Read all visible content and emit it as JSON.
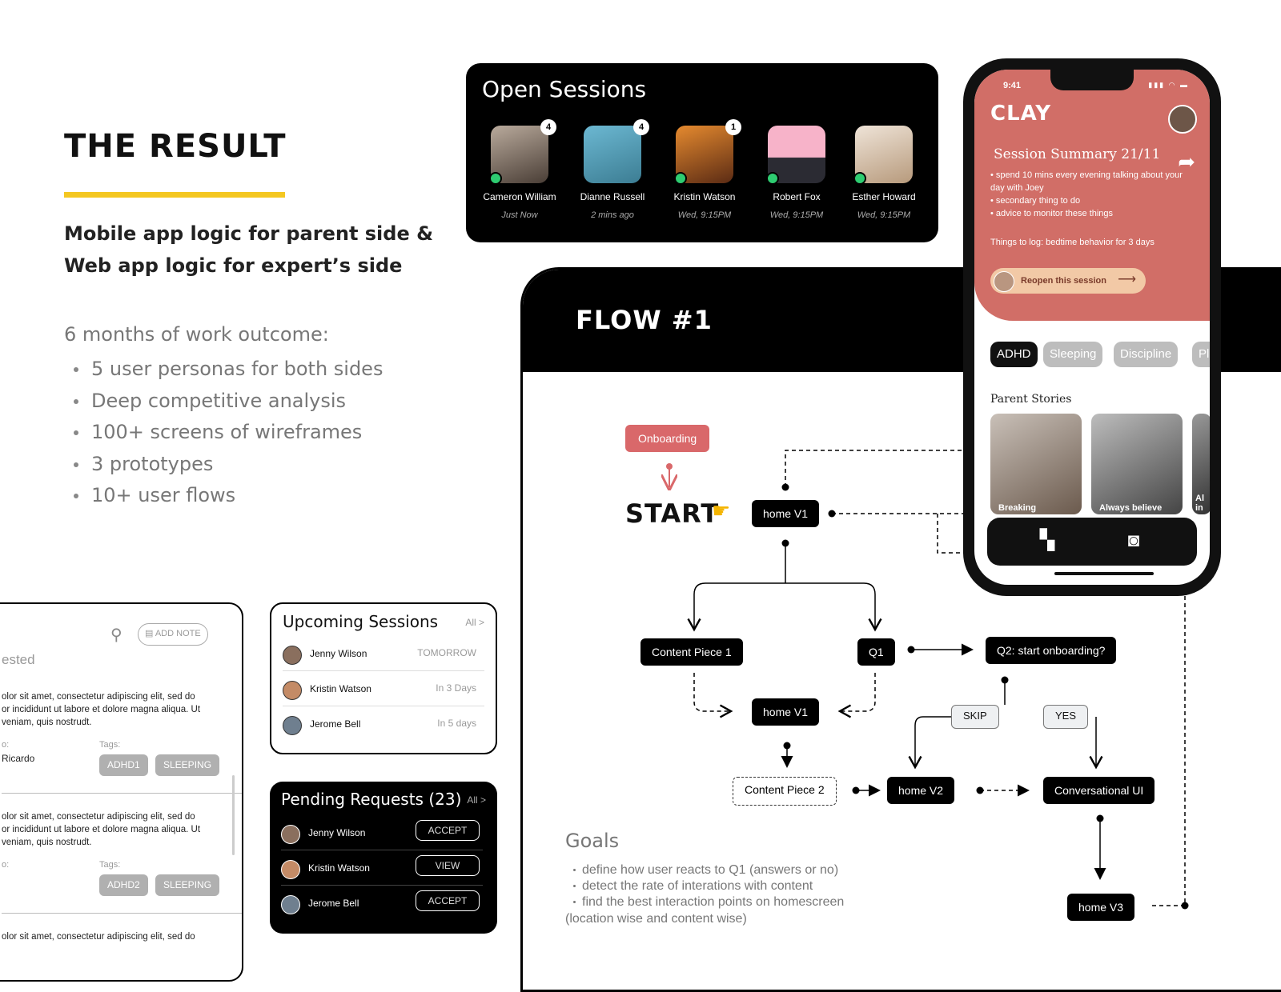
{
  "intro": {
    "title": "THE RESULT",
    "subtitle_line1": "Mobile app logic for parent side &",
    "subtitle_line2": "Web app logic for expert’s side",
    "outcome_heading": "6 months of work outcome:",
    "outcomes": [
      "5 user personas for both sides",
      "Deep competitive analysis",
      "100+ screens of wireframes",
      "3 prototypes",
      "10+ user flows"
    ],
    "accent_color": "#f4c721"
  },
  "open_sessions": {
    "title": "Open Sessions",
    "people": [
      {
        "name": "Cameron William",
        "time": "Just Now",
        "badge": "4",
        "online": true,
        "color": "#9a8a7e"
      },
      {
        "name": "Dianne Russell",
        "time": "2 mins ago",
        "badge": "4",
        "online": false,
        "color": "#5aa9c5"
      },
      {
        "name": "Kristin Watson",
        "time": "Wed, 9:15PM",
        "badge": "1",
        "online": true,
        "color": "#c4762d"
      },
      {
        "name": "Robert Fox",
        "time": "Wed, 9:15PM",
        "badge": "",
        "online": true,
        "color": "#f2a6bd"
      },
      {
        "name": "Esther Howard",
        "time": "Wed, 9:15PM",
        "badge": "",
        "online": true,
        "color": "#d8c7b6"
      }
    ]
  },
  "flow": {
    "title": "FLOW #1",
    "onboarding": "Onboarding",
    "start": "START",
    "start_icon": "pointing-hand-icon",
    "nodes": {
      "home_v1_top": "home V1",
      "content_piece_1": "Content Piece 1",
      "q1": "Q1",
      "q2": "Q2: start onboarding?",
      "home_v1_mid": "home V1",
      "skip": "SKIP",
      "yes": "YES",
      "content_piece_2": "Content Piece 2",
      "home_v2": "home V2",
      "conversational_ui": "Conversational UI",
      "home_v3": "home V3"
    },
    "goals_title": "Goals",
    "goals": [
      "define how user reacts to Q1 (answers or no)",
      "detect the rate of interations with content",
      "find the best interaction points on homescreen"
    ],
    "goals_extra": "(location wise and content wise)"
  },
  "phone": {
    "status_time": "9:41",
    "logo": "CLAY",
    "summary_title": "Session Summary 21/11",
    "summary_bullets": [
      "• spend 10 mins every evening talking about your day with Joey",
      "• secondary thing to do",
      "• advice to monitor these things"
    ],
    "things_to_log": "Things to log: bedtime behavior for 3 days",
    "reopen_label": "Reopen this session",
    "hero_color": "#d16e67",
    "chips": [
      "ADHD",
      "Sleeping",
      "Discipline",
      "Pla"
    ],
    "stories_title": "Parent Stories",
    "stories": [
      "Breaking",
      "Always believe",
      "Al in"
    ],
    "tabs": [
      "grid-icon",
      "chat-icon"
    ]
  },
  "notes": {
    "search_icon": "search-icon",
    "add_note": "ADD NOTE",
    "heading": "ested",
    "entries": [
      {
        "text_lines": [
          "olor sit amet, consectetur adipiscing elit, sed do",
          "or incididunt ut labore et dolore magna aliqua. Ut",
          " veniam, quis nostrudt."
        ],
        "from_label": "o:",
        "from": " Ricardo",
        "tags_label": "Tags:",
        "tags": [
          "ADHD1",
          "SLEEPING"
        ]
      },
      {
        "text_lines": [
          "olor sit amet, consectetur adipiscing elit, sed do",
          "or incididunt ut labore et dolore magna aliqua. Ut",
          " veniam, quis nostrudt."
        ],
        "from_label": "o:",
        "from": "",
        "tags_label": "Tags:",
        "tags": [
          "ADHD2",
          "SLEEPING"
        ]
      },
      {
        "text_lines": [
          "olor sit amet, consectetur adipiscing elit, sed do"
        ],
        "from_label": "",
        "from": "",
        "tags_label": "",
        "tags": []
      }
    ]
  },
  "upcoming": {
    "title": "Upcoming Sessions",
    "all": "All >",
    "rows": [
      {
        "name": "Jenny Wilson",
        "when": "TOMORROW"
      },
      {
        "name": "Kristin Watson",
        "when": "In 3 Days"
      },
      {
        "name": "Jerome Bell",
        "when": "In 5 days"
      }
    ]
  },
  "pending": {
    "title": "Pending Requests (23)",
    "all": "All >",
    "rows": [
      {
        "name": "Jenny Wilson",
        "action": "ACCEPT"
      },
      {
        "name": "Kristin Watson",
        "action": "VIEW"
      },
      {
        "name": "Jerome Bell",
        "action": "ACCEPT"
      }
    ]
  }
}
